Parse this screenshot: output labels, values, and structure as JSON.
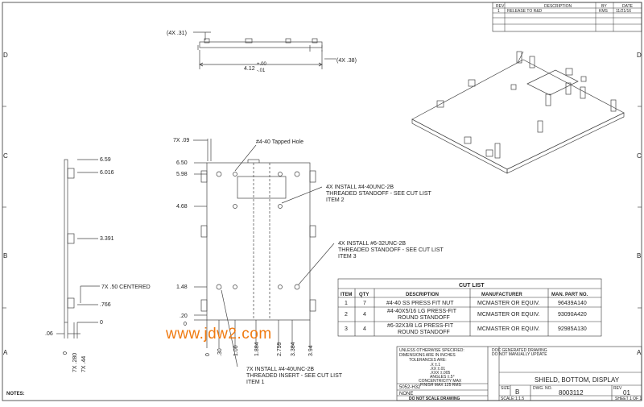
{
  "border": {
    "zone_letters_right": [
      "D",
      "C",
      "B",
      "A"
    ],
    "zone_letters_left": [
      "D",
      "C",
      "B",
      "A"
    ]
  },
  "revision_block": {
    "headers": [
      "REV",
      "DESCRIPTION",
      "BY",
      "DATE"
    ],
    "rows": [
      [
        "1",
        "RELEASE TO R&D",
        "KMS",
        "11/21/16"
      ]
    ]
  },
  "top_view": {
    "dim_small": "(4X .31)",
    "dim_width_main": "4.12",
    "dim_width_tol_plus": "+.00",
    "dim_width_tol_minus": "-.01",
    "dim_right": "(4X .38)"
  },
  "side_view": {
    "y_labels": [
      "6.59",
      "6.016",
      "3.391",
      ".766",
      "0"
    ],
    "x_labels": [
      ".06",
      "0",
      "7X .280",
      "7X .44"
    ],
    "callout": "7X .50 CENTERED"
  },
  "front_view": {
    "top_note": "7X .09",
    "tapped_note": "#4-40 Tapped Hole",
    "y_labels": [
      "6.50",
      "5.98",
      "4.68",
      "1.48",
      ".20",
      "0"
    ],
    "x_labels": [
      "0",
      ".30",
      "1.00",
      "1.884",
      "2.759",
      "3.384",
      "3.94"
    ],
    "callout_item2": [
      "4X INSTALL #4-40UNC-2B",
      "THREADED STANDOFF - SEE CUT LIST",
      "ITEM 2"
    ],
    "callout_item3": [
      "4X INSTALL #6-32UNC-2B",
      "THREADED STANDOFF - SEE CUT LIST",
      "ITEM 3"
    ],
    "callout_item1": [
      "7X INSTALL #4-40UNC-2B",
      "THREADED INSERT - SEE CUT LIST",
      "ITEM 1"
    ]
  },
  "cut_list": {
    "title": "CUT LIST",
    "headers": [
      "ITEM",
      "QTY",
      "DESCRIPTION",
      "MANUFACTURER",
      "MAN. PART NO."
    ],
    "rows": [
      {
        "item": "1",
        "qty": "7",
        "desc": [
          "#4-40 SS PRESS FIT NUT"
        ],
        "mfr": "MCMASTER OR EQUIV.",
        "part": "96439A140"
      },
      {
        "item": "2",
        "qty": "4",
        "desc": [
          "#4-40X5/16 LG PRESS-FIT",
          "ROUND STANDOFF"
        ],
        "mfr": "MCMASTER OR EQUIV.",
        "part": "93090A420"
      },
      {
        "item": "3",
        "qty": "4",
        "desc": [
          "#6-32X3/8 LG PRESS-FIT",
          "ROUND STANDOFF"
        ],
        "mfr": "MCMASTER OR EQUIV.",
        "part": "92985A130"
      }
    ]
  },
  "title_block": {
    "unless_lines": [
      "UNLESS OTHERWISE SPECIFIED:",
      "DIMENSIONS ARE IN INCHES",
      "TOLERANCES ARE:"
    ],
    "tol_lines": [
      ".X ±.1",
      ".XX ±.01",
      ".XXX ±.005",
      "ANGLES ±.5°"
    ],
    "concentricity": "CONCENTRICITY MAX",
    "finish_note": "FINISH MAX 125 RMS",
    "material": "5052-H32",
    "finish": "NONE",
    "no_scale": "DO NOT SCALE DRAWING",
    "proprietary": [
      "DOC GENERATED DRAWING",
      "DO NOT MANUALLY UPDATE"
    ],
    "title": "SHIELD, BOTTOM, DISPLAY",
    "size_label": "SIZE",
    "size": "B",
    "dwg_label": "DWG. NO.",
    "dwg_no": "8003112",
    "rev_label": "REV",
    "rev": "01",
    "scale_label": "SCALE:",
    "scale": "1:1.5",
    "sheet_label": "SHEET 1 OF 1"
  },
  "notes_label": "NOTES:",
  "watermark": "www.jdw2.com"
}
